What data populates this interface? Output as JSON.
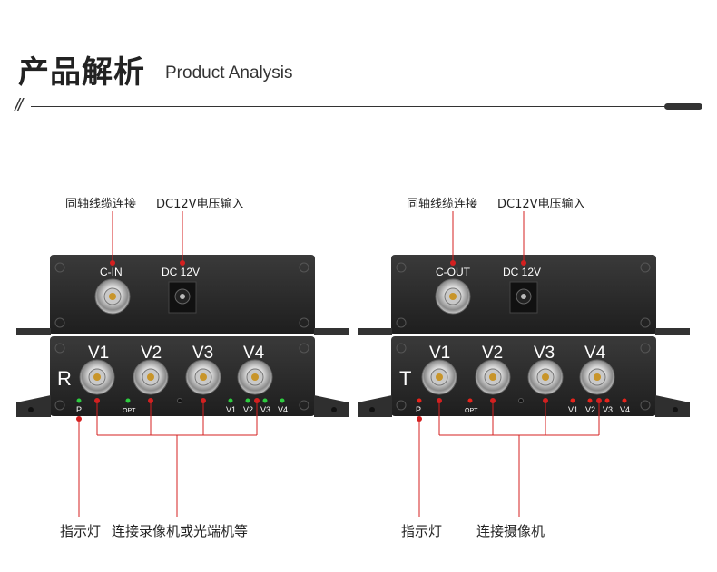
{
  "header": {
    "title_cn": "产品解析",
    "title_en": "Product Analysis",
    "slashes": "//"
  },
  "receiver": {
    "top_labels": {
      "coax": "同轴线缆连接",
      "power": "DC12V电压输入"
    },
    "port_cin": "C-IN",
    "port_dc": "DC 12V",
    "unit_letter": "R",
    "video_ports": [
      "V1",
      "V2",
      "V3",
      "V4"
    ],
    "led_labels": [
      "P",
      "OPT",
      "V1",
      "V2",
      "V3",
      "V4"
    ],
    "led_color": "#2ecc40",
    "bottom_labels": {
      "indicator": "指示灯",
      "connect": "连接录像机或光端机等"
    }
  },
  "transmitter": {
    "top_labels": {
      "coax": "同轴线缆连接",
      "power": "DC12V电压输入"
    },
    "port_cout": "C-OUT",
    "port_dc": "DC 12V",
    "unit_letter": "T",
    "video_ports": [
      "V1",
      "V2",
      "V3",
      "V4"
    ],
    "led_labels": [
      "P",
      "OPT",
      "V1",
      "V2",
      "V3",
      "V4"
    ],
    "led_color": "#e8241c",
    "bottom_labels": {
      "indicator": "指示灯",
      "connect": "连接摄像机"
    }
  },
  "colors": {
    "device_body": "#2a2a2a",
    "callout": "#d42020"
  }
}
